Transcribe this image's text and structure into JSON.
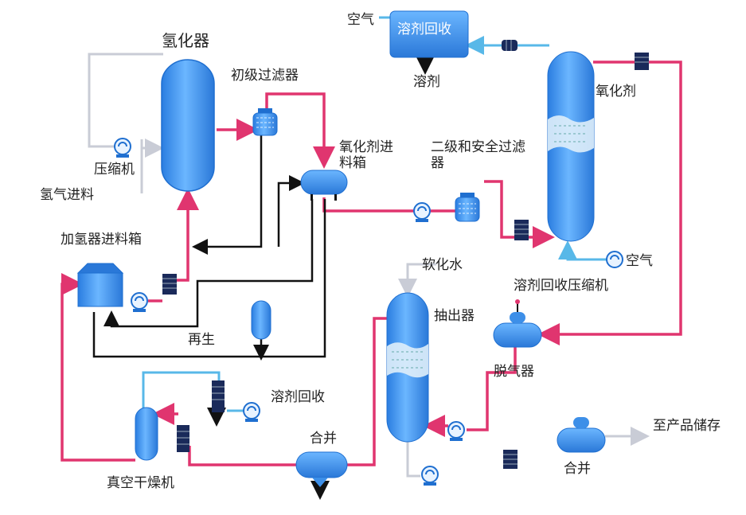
{
  "labels": {
    "hydrogenator": "氢化器",
    "primary_filter": "初级过滤器",
    "compressor": "压缩机",
    "h2_feed": "氢气进料",
    "oxidizer_feed_tank_l1": "氧化剂进",
    "oxidizer_feed_tank_l2": "料箱",
    "hydrogenator_feed_tank": "加氢器进料箱",
    "regeneration": "再生",
    "secondary_filter_l1": "二级和安全过滤",
    "secondary_filter_l2": "器",
    "oxidizer": "氧化剂",
    "air_top": "空气",
    "solvent_recovery_top": "溶剂回收",
    "solvent_out": "溶剂",
    "air_right": "空气",
    "soft_water": "软化水",
    "extractor": "抽出器",
    "solvent_recovery_compressor": "溶剂回收压缩机",
    "degasser": "脱气器",
    "solvent_recovery_mid": "溶剂回收",
    "merge_left": "合并",
    "vacuum_dryer": "真空干燥机",
    "merge_right": "合并",
    "to_product_storage": "至产品储存"
  },
  "colors": {
    "vessel": "#3d8fe8",
    "vessel_dark": "#1f6fd0",
    "pipe_main": "#e0356f",
    "pipe_light": "#58b8e8",
    "pipe_black": "#111111",
    "pipe_gray": "#c9ccd6"
  }
}
